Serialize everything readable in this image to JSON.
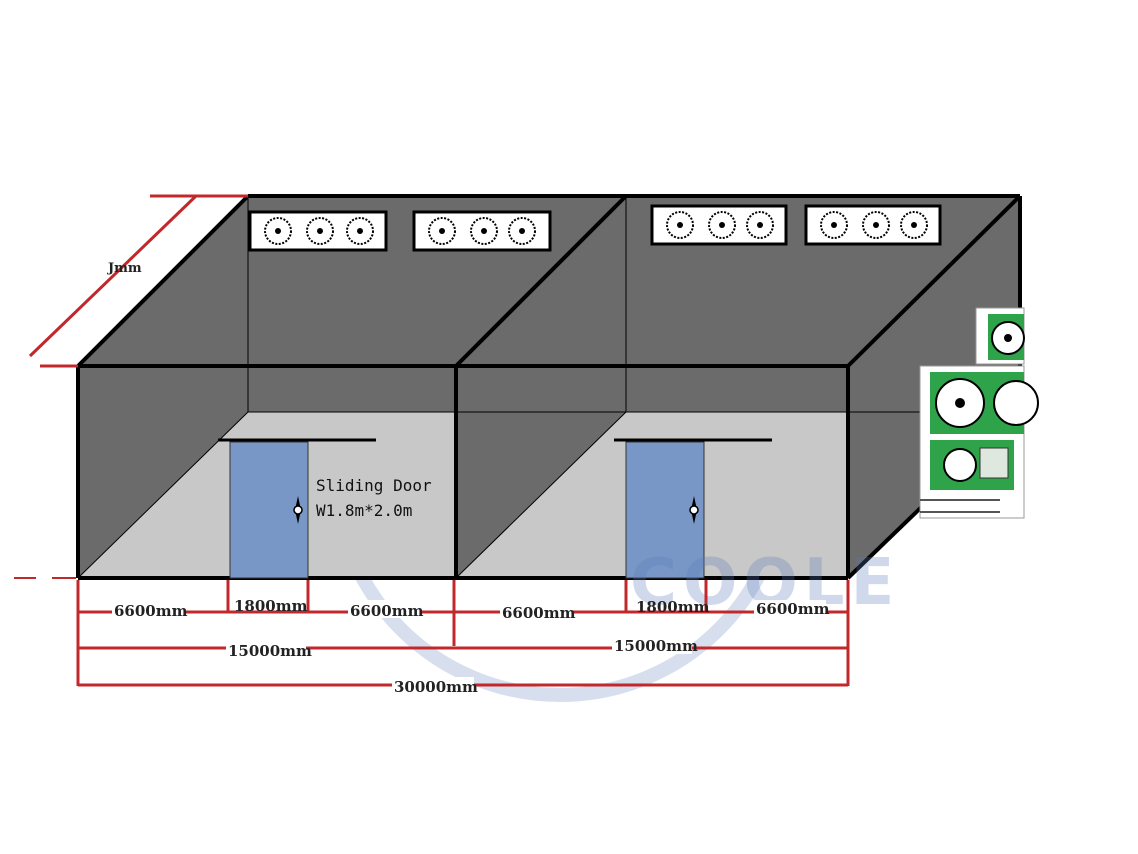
{
  "colors": {
    "wall": "#6b6b6b",
    "floor": "#c8c8c8",
    "outline": "#000000",
    "door": "#7896c6",
    "dimension": "#c0282c",
    "unit_green": "#2fa34a"
  },
  "labels": {
    "door_title": "Sliding Door",
    "door_size": "W1.8m*2.0m",
    "depth_partial": "Jmm"
  },
  "dimensions": {
    "left_side_a": "6600mm",
    "left_door": "1800mm",
    "left_side_b": "6600mm",
    "right_side_a": "6600mm",
    "right_door": "1800mm",
    "right_side_b": "6600mm",
    "left_total": "15000mm",
    "right_total": "15000mm",
    "grand_total": "30000mm"
  },
  "watermark": {
    "text": "COOLE"
  }
}
